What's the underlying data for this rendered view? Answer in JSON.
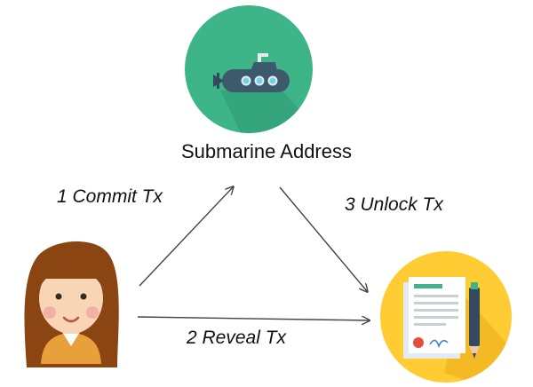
{
  "nodes": {
    "submarine": {
      "label": "Submarine Address",
      "icon": "submarine-icon"
    },
    "user": {
      "icon": "woman-avatar-icon"
    },
    "contract": {
      "icon": "contract-document-icon"
    }
  },
  "edges": {
    "commit": {
      "label": "1 Commit Tx"
    },
    "reveal": {
      "label": "2 Reveal Tx"
    },
    "unlock": {
      "label": "3 Unlock Tx"
    }
  },
  "colors": {
    "submarine_circle": "#3EB489",
    "contract_circle": "#FFCC33",
    "arrow": "#444444"
  }
}
